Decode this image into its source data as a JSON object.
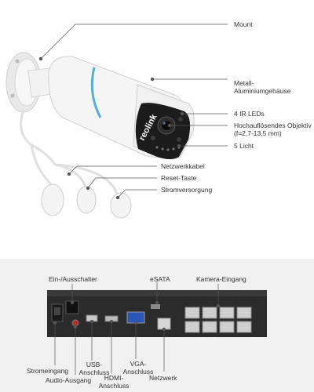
{
  "camera_labels": {
    "mount": "Mount",
    "housing": "Metall-Aluminiumgehäuse",
    "ir_leds": "4 IR LEDs",
    "lens": "Hochauflösendes Objektiv (f=2,7-13,5 mm)",
    "light": "5 Licht",
    "network_cable": "Netzwerkkabel",
    "reset": "Reset-Taste",
    "power": "Stromversorgung",
    "brand": "reolink"
  },
  "nvr_labels": {
    "power_switch": "Ein-/Ausschalter",
    "esata": "eSATA",
    "camera_input": "Kamera-Eingang",
    "power_input": "Stromeingang",
    "audio_out": "Audio-Ausgang",
    "usb": "USB-Anschluss",
    "hdmi": "HDMI-Anschluss",
    "vga": "VGA-Anschluss",
    "network": "Netzwerk"
  },
  "colors": {
    "camera_body": "#f4f4f4",
    "camera_face": "#1c1c1c",
    "accent_ring": "#3aa0d8",
    "nvr_body": "#2b2b2b",
    "bottom_bg": "#f0f0f0"
  }
}
